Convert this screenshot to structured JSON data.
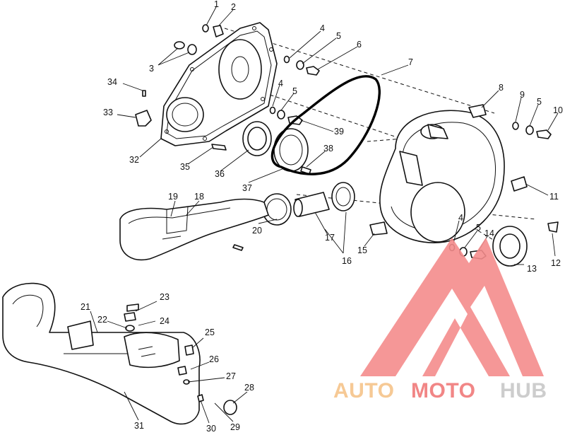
{
  "diagram": {
    "callouts": {
      "c1": "1",
      "c2": "2",
      "c3": "3",
      "c4a": "4",
      "c5a": "5",
      "c6": "6",
      "c7": "7",
      "c8": "8",
      "c9": "9",
      "c5c": "5",
      "c10": "10",
      "c4b": "4",
      "c5b": "5",
      "c34": "34",
      "c33": "33",
      "c39": "39",
      "c32": "32",
      "c35": "35",
      "c36": "36",
      "c38": "38",
      "c37": "37",
      "c11": "11",
      "c19": "19",
      "c18": "18",
      "c20": "20",
      "c17": "17",
      "c16": "16",
      "c4c": "4",
      "c5d": "5",
      "c14": "14",
      "c15": "15",
      "c12": "12",
      "c13": "13",
      "c23": "23",
      "c21": "21",
      "c22": "22",
      "c24": "24",
      "c25": "25",
      "c26": "26",
      "c27": "27",
      "c28": "28",
      "c31": "31",
      "c30": "30",
      "c29": "29"
    }
  },
  "watermark": {
    "auto": "AUTO",
    "moto": "MOTO",
    "hub": "HUB",
    "colors": {
      "auto": "#f6c48a",
      "moto": "#f07a7a",
      "hub": "#c8c8c8",
      "logo": "#f48c8c"
    }
  }
}
